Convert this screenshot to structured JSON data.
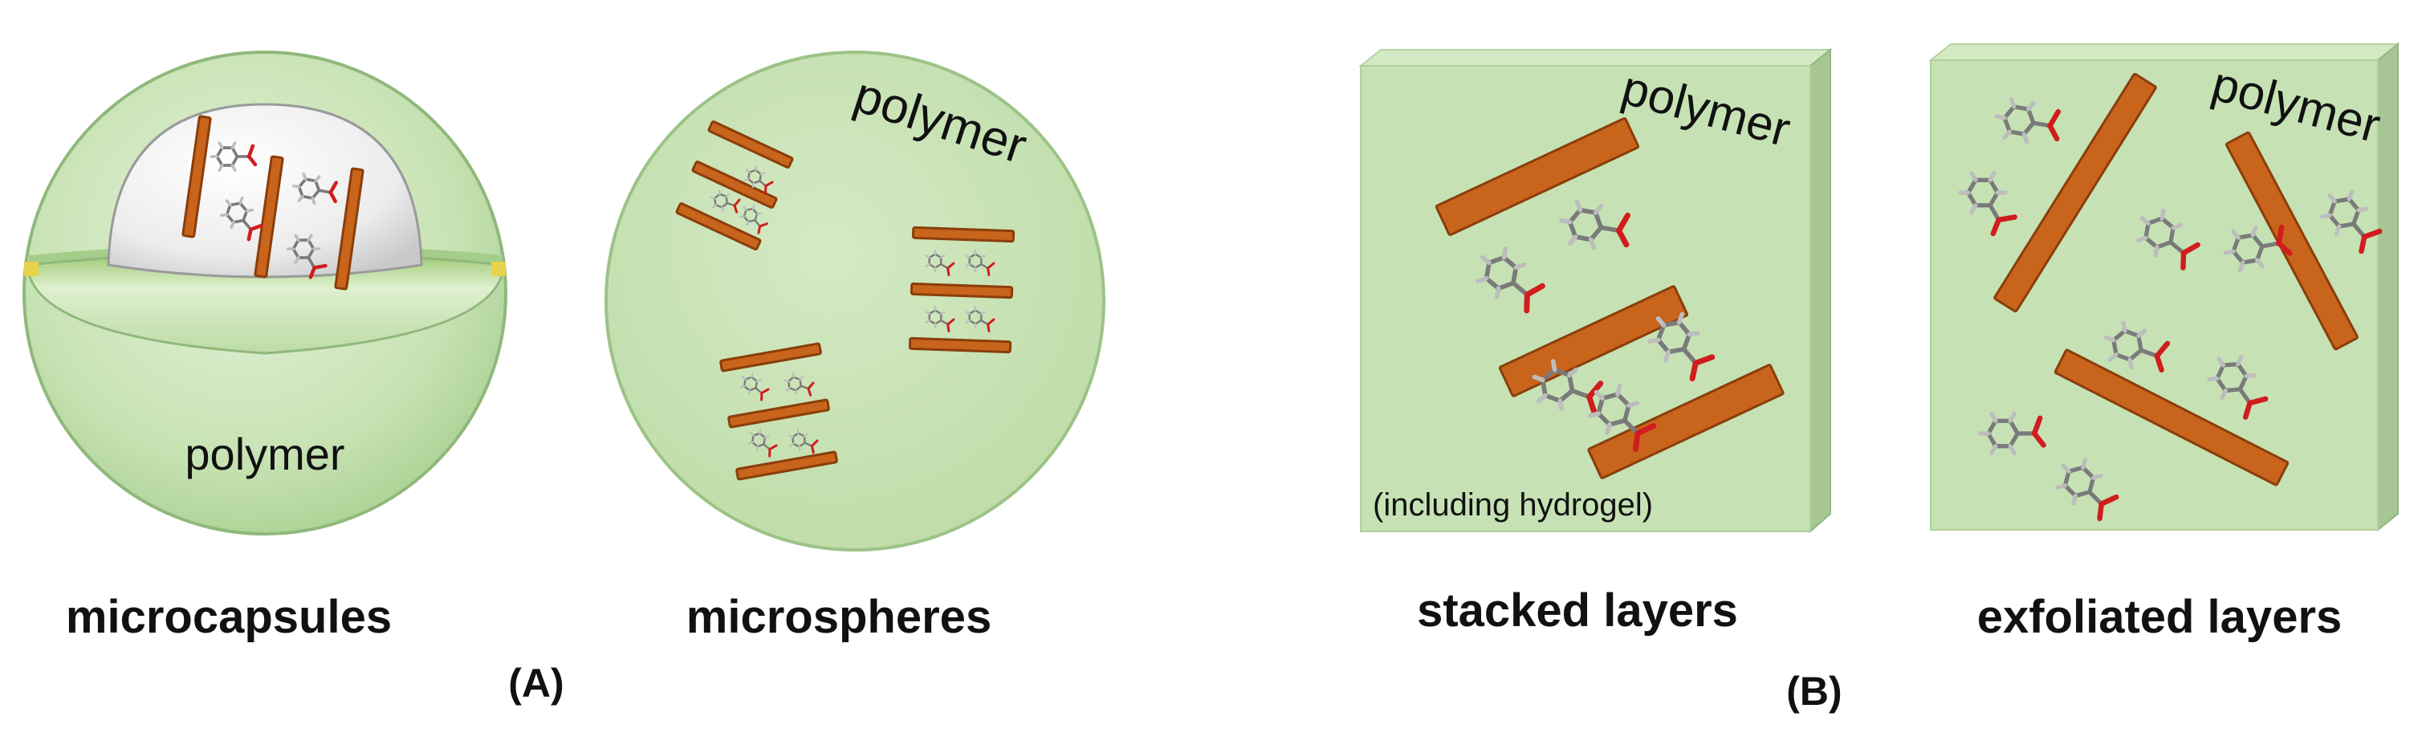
{
  "panel_a": {
    "microcapsule": {
      "matrix_label": "polymer",
      "caption": "microcapsules"
    },
    "microsphere": {
      "matrix_label": "polymer",
      "caption": "microspheres"
    },
    "panel_label": "(A)"
  },
  "panel_b": {
    "stacked": {
      "matrix_label": "polymer",
      "note": "(including hydrogel)",
      "caption": "stacked layers"
    },
    "exfoliated": {
      "matrix_label": "polymer",
      "caption": "exfoliated layers"
    },
    "panel_label": "(B)"
  },
  "colors": {
    "polymer_fill": "#c8e3b5",
    "polymer_edge": "#a9c897",
    "clay_layer": "#c8641c",
    "clay_layer_dark": "#8a3e0a",
    "core_white": "#f1f1f1",
    "molecule_gray": "#7a7a7a",
    "molecule_red": "#d11d1d"
  }
}
